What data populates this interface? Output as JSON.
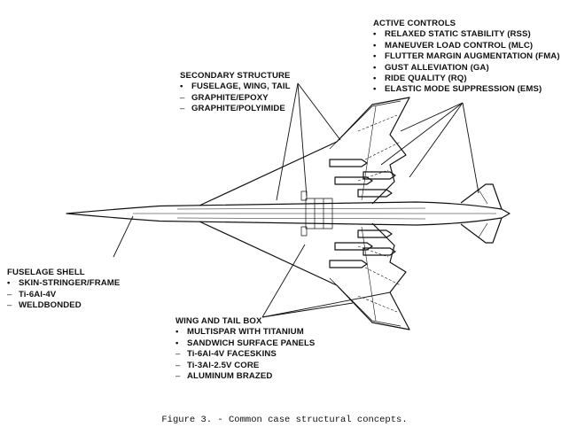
{
  "figure": {
    "caption": "Figure 3. - Common case structural concepts."
  },
  "callouts": {
    "active_controls": {
      "title": "ACTIVE CONTROLS",
      "items": [
        {
          "bullet": "•",
          "text": "RELAXED STATIC STABILITY (RSS)"
        },
        {
          "bullet": "•",
          "text": "MANEUVER LOAD CONTROL (MLC)"
        },
        {
          "bullet": "•",
          "text": "FLUTTER MARGIN AUGMENTATION (FMA)"
        },
        {
          "bullet": "•",
          "text": "GUST ALLEVIATION (GA)"
        },
        {
          "bullet": "•",
          "text": "RIDE QUALITY (RQ)"
        },
        {
          "bullet": "•",
          "text": "ELASTIC MODE SUPPRESSION (EMS)"
        }
      ]
    },
    "secondary_structure": {
      "title": "SECONDARY STRUCTURE",
      "items": [
        {
          "bullet": "•",
          "text": "FUSELAGE, WING, TAIL"
        },
        {
          "bullet": "–",
          "text": "GRAPHITE/EPOXY"
        },
        {
          "bullet": "–",
          "text": "GRAPHITE/POLYIMIDE"
        }
      ]
    },
    "fuselage_shell": {
      "title": "FUSELAGE SHELL",
      "items": [
        {
          "bullet": "•",
          "text": "SKIN-STRINGER/FRAME"
        },
        {
          "bullet": "–",
          "text": "Ti-6Al-4V"
        },
        {
          "bullet": "–",
          "text": "WELDBONDED"
        }
      ]
    },
    "wing_tail_box": {
      "title": "WING AND TAIL BOX",
      "items": [
        {
          "bullet": "•",
          "text": "MULTISPAR WITH TITANIUM"
        },
        {
          "bullet": "•",
          "text": "SANDWICH SURFACE PANELS"
        },
        {
          "bullet": "–",
          "text": "Ti-6Al-4V FACESKINS"
        },
        {
          "bullet": "–",
          "text": "Ti-3Al-2.5V CORE"
        },
        {
          "bullet": "–",
          "text": "ALUMINUM BRAZED"
        }
      ]
    }
  }
}
